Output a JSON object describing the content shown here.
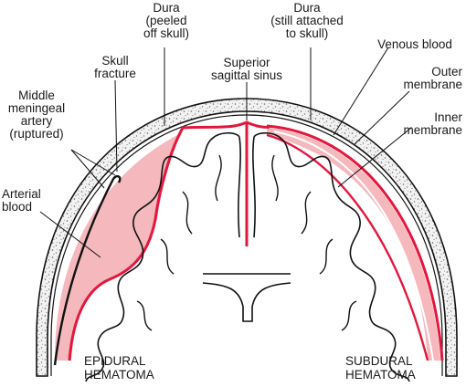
{
  "labels": {
    "dura_peeled": "Dura\n(peeled\noff skull)",
    "dura_attached": "Dura\n(still attached\nto skull)",
    "skull_fracture": "Skull\nfracture",
    "superior_sagittal_sinus": "Superior\nsagittal sinus",
    "venous_blood": "Venous blood",
    "outer_membrane": "Outer\nmembrane",
    "inner_membrane": "Inner\nmembrane",
    "middle_meningeal_artery": "Middle\nmeningeal\nartery\n(ruptured)",
    "arterial_blood": "Arterial\nblood"
  },
  "captions": {
    "left": "EPIDURAL\nHEMATOMA",
    "right": "SUBDURAL\nHEMATOMA"
  },
  "colors": {
    "blood_fill": "#f4b8bd",
    "vessel_red": "#e3173d",
    "line": "#111111",
    "skull_fill": "#eeeeee"
  }
}
